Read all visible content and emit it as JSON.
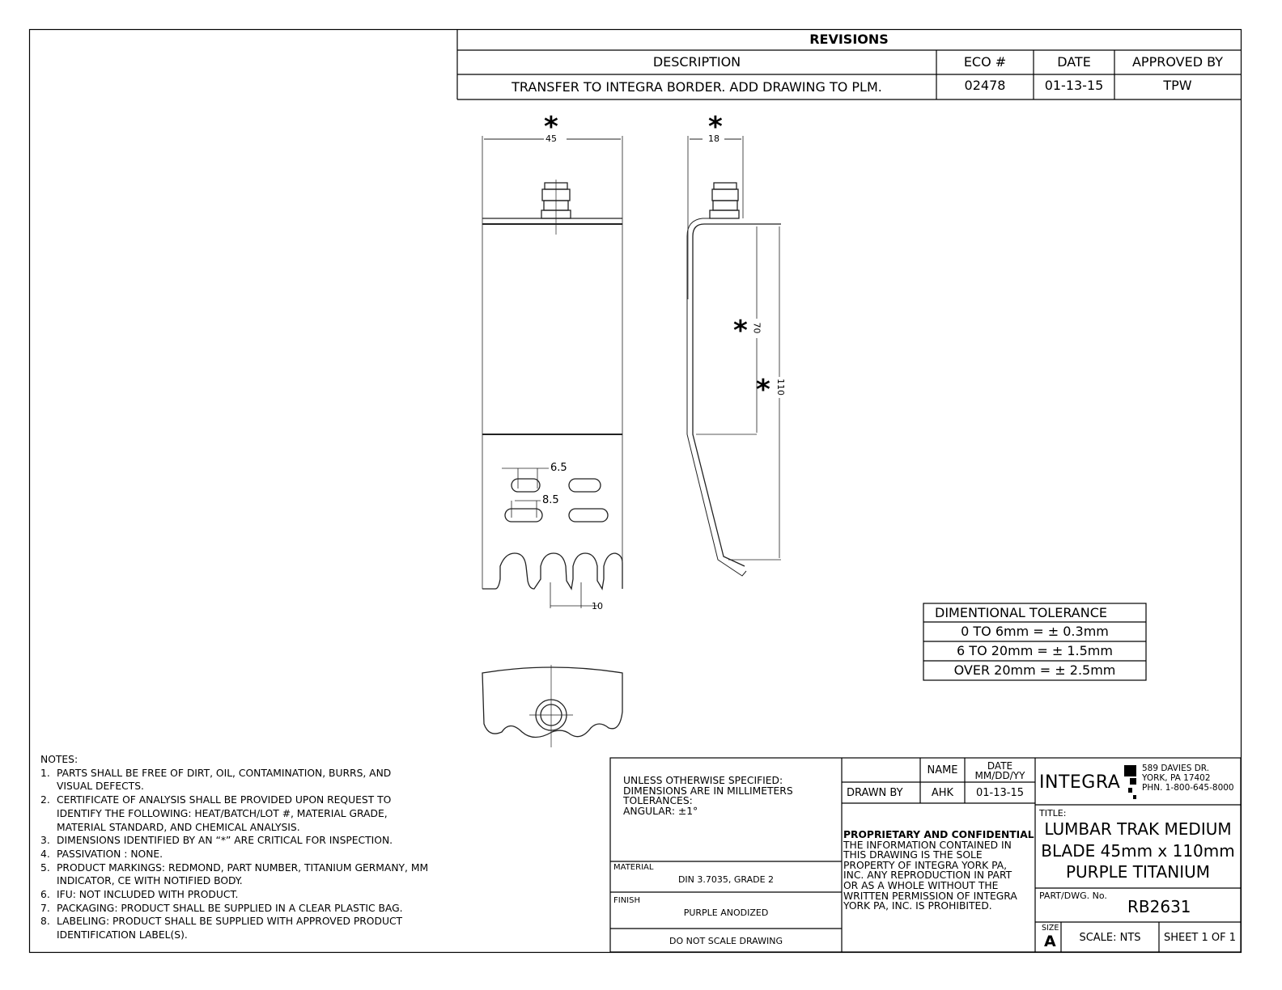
{
  "revisions": {
    "title": "REVISIONS",
    "headers": [
      "DESCRIPTION",
      "ECO #",
      "DATE",
      "APPROVED BY"
    ],
    "rows": [
      {
        "description": "TRANSFER TO INTEGRA BORDER. ADD DRAWING TO PLM.",
        "eco": "02478",
        "date": "01-13-15",
        "approved_by": "TPW"
      }
    ]
  },
  "drawing": {
    "critical_mark": "*",
    "dims": {
      "width": "45",
      "depth": "18",
      "upper_length": "70",
      "overall_length": "110",
      "slot_a": "6.5",
      "slot_b": "8.5",
      "tooth_pitch": "10"
    }
  },
  "tolerance": {
    "title": "DIMENTIONAL TOLERANCE",
    "rows": [
      "0 TO 6mm = ± 0.3mm",
      "6 TO 20mm = ± 1.5mm",
      "OVER 20mm = ± 2.5mm"
    ]
  },
  "notes": {
    "heading": "NOTES:",
    "items": [
      [
        "1.",
        "PARTS SHALL BE FREE OF DIRT, OIL, CONTAMINATION, BURRS, AND",
        "VISUAL DEFECTS."
      ],
      [
        "2.",
        "CERTIFICATE OF ANALYSIS SHALL BE PROVIDED UPON REQUEST TO",
        "IDENTIFY THE FOLLOWING: HEAT/BATCH/LOT #, MATERIAL GRADE,",
        "MATERIAL STANDARD, AND CHEMICAL ANALYSIS."
      ],
      [
        "3.",
        "DIMENSIONS IDENTIFIED BY AN “*” ARE CRITICAL FOR INSPECTION."
      ],
      [
        "4.",
        "PASSIVATION : NONE."
      ],
      [
        "5.",
        "PRODUCT MARKINGS: REDMOND, PART NUMBER, TITANIUM GERMANY, MM",
        "INDICATOR, CE WITH NOTIFIED BODY."
      ],
      [
        "6.",
        "IFU: NOT INCLUDED WITH PRODUCT."
      ],
      [
        "7.",
        "PACKAGING: PRODUCT  SHALL BE SUPPLIED IN A CLEAR PLASTIC BAG."
      ],
      [
        "8.",
        "LABELING: PRODUCT SHALL BE SUPPLIED WITH APPROVED PRODUCT",
        "IDENTIFICATION LABEL(S)."
      ]
    ]
  },
  "title_block": {
    "unless": [
      "UNLESS OTHERWISE SPECIFIED:",
      "DIMENSIONS ARE IN MILLIMETERS",
      "TOLERANCES:",
      "ANGULAR: ±1°"
    ],
    "material_label": "MATERIAL",
    "material": "DIN 3.7035, GRADE 2",
    "finish_label": "FINISH",
    "finish": "PURPLE ANODIZED",
    "do_not_scale": "DO NOT SCALE DRAWING",
    "name_header": "NAME",
    "date_header": [
      "DATE",
      "MM/DD/YY"
    ],
    "drawn_by_label": "DRAWN BY",
    "drawn_by": "AHK",
    "drawn_date": "01-13-15",
    "proprietary_title": "PROPRIETARY AND CONFIDENTIAL",
    "proprietary_text": [
      "THE INFORMATION CONTAINED IN",
      "THIS DRAWING IS THE SOLE",
      "PROPERTY OF INTEGRA YORK PA,",
      "INC.  ANY REPRODUCTION IN PART",
      "OR AS A WHOLE WITHOUT THE",
      "WRITTEN PERMISSION OF INTEGRA",
      "YORK PA, INC. IS PROHIBITED."
    ],
    "company": "INTEGRA",
    "address": [
      "589 DAVIES DR.",
      "YORK, PA 17402",
      "PHN. 1-800-645-8000"
    ],
    "title_label": "TITLE:",
    "title": [
      "LUMBAR TRAK MEDIUM",
      "BLADE 45mm x 110mm",
      "PURPLE TITANIUM"
    ],
    "part_label": "PART/DWG. No.",
    "part_no": "RB2631",
    "size_label": "SIZE",
    "size": "A",
    "scale": "SCALE: NTS",
    "sheet": "SHEET 1 OF 1"
  }
}
